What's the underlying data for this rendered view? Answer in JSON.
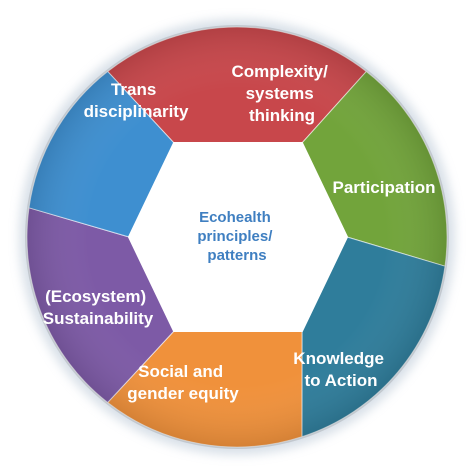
{
  "diagram": {
    "center": {
      "lines": [
        "Ecohealth",
        "principles/",
        "patterns"
      ],
      "color": "#3f7fc1"
    },
    "segments": [
      {
        "id": "complexity",
        "lines": [
          "Complexity/",
          "systems",
          "thinking"
        ],
        "color": "#c8474b"
      },
      {
        "id": "participation",
        "lines": [
          "Participation"
        ],
        "color": "#72a43b"
      },
      {
        "id": "knowledge",
        "lines": [
          "Knowledge",
          "to Action"
        ],
        "color": "#2f7d9b"
      },
      {
        "id": "social",
        "lines": [
          "Social and",
          "gender equity"
        ],
        "color": "#f0913b"
      },
      {
        "id": "sustainability",
        "lines": [
          "(Ecosystem)",
          "Sustainability"
        ],
        "color": "#7d5aa6"
      },
      {
        "id": "trans",
        "lines": [
          "Trans",
          "disciplinarity"
        ],
        "color": "#3e8fd0"
      }
    ]
  }
}
